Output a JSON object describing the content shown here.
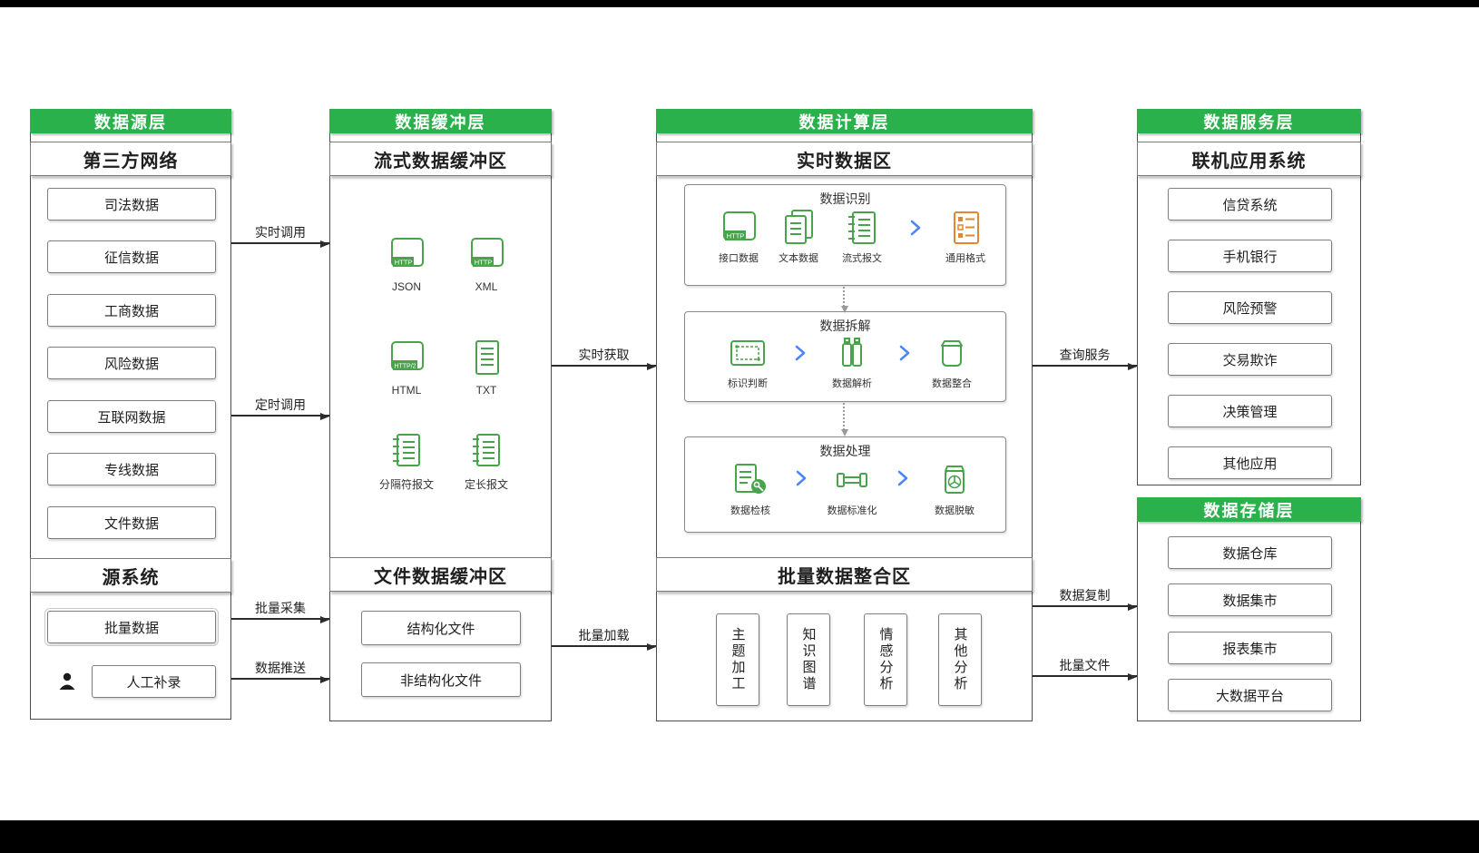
{
  "colors": {
    "header_green": "#2bb14c",
    "icon_green": "#47a44b",
    "icon_orange": "#e2862f",
    "chevron_blue": "#4b86f7"
  },
  "source_layer": {
    "title": "数据源层",
    "third_party": {
      "title": "第三方网络",
      "items": [
        "司法数据",
        "征信数据",
        "工商数据",
        "风险数据",
        "互联网数据",
        "专线数据",
        "文件数据"
      ]
    },
    "source_system": {
      "title": "源系统",
      "batch_item": "批量数据",
      "manual_item": "人工补录",
      "manual_icon": "person-icon"
    }
  },
  "buffer_layer": {
    "title": "数据缓冲层",
    "stream": {
      "title": "流式数据缓冲区",
      "icons": [
        {
          "name": "json-http-file-icon",
          "label": "JSON",
          "badge": "HTTP"
        },
        {
          "name": "xml-http-file-icon",
          "label": "XML",
          "badge": "HTTP"
        },
        {
          "name": "html-http-file-icon",
          "label": "HTML",
          "badge": "HTTP/2"
        },
        {
          "name": "txt-document-icon",
          "label": "TXT"
        },
        {
          "name": "delimiter-message-icon",
          "label": "分隔符报文"
        },
        {
          "name": "fixed-length-message-icon",
          "label": "定长报文"
        }
      ]
    },
    "file": {
      "title": "文件数据缓冲区",
      "items": [
        "结构化文件",
        "非结构化文件"
      ]
    }
  },
  "compute_layer": {
    "title": "数据计算层",
    "realtime": {
      "title": "实时数据区",
      "stages": [
        {
          "title": "数据识别",
          "items": [
            {
              "icon": "http-interface-icon",
              "label": "接口数据",
              "badge": "HTTP"
            },
            {
              "icon": "text-documents-icon",
              "label": "文本数据"
            },
            {
              "icon": "stream-message-icon",
              "label": "流式报文"
            },
            {
              "icon": "generic-format-checklist-icon",
              "label": "通用格式"
            }
          ]
        },
        {
          "title": "数据拆解",
          "items": [
            {
              "icon": "identify-card-icon",
              "label": "标识判断"
            },
            {
              "icon": "parse-box-icon",
              "label": "数据解析"
            },
            {
              "icon": "merge-jar-icon",
              "label": "数据整合"
            }
          ]
        },
        {
          "title": "数据处理",
          "items": [
            {
              "icon": "check-page-icon",
              "label": "数据检核"
            },
            {
              "icon": "standardize-pipe-icon",
              "label": "数据标准化"
            },
            {
              "icon": "mask-jar-icon",
              "label": "数据脱敏"
            }
          ]
        }
      ]
    },
    "batch": {
      "title": "批量数据整合区",
      "items": [
        "主题加工",
        "知识图谱",
        "情感分析",
        "其他分析"
      ]
    }
  },
  "service_layer": {
    "title": "数据服务层",
    "subtitle": "联机应用系统",
    "items": [
      "信贷系统",
      "手机银行",
      "风险预警",
      "交易欺诈",
      "决策管理",
      "其他应用"
    ]
  },
  "storage_layer": {
    "title": "数据存储层",
    "items": [
      "数据仓库",
      "数据集市",
      "报表集市",
      "大数据平台"
    ]
  },
  "flows": {
    "realtime_call": "实时调用",
    "timed_call": "定时调用",
    "batch_collect": "批量采集",
    "data_push": "数据推送",
    "realtime_fetch": "实时获取",
    "batch_load": "批量加载",
    "query_service": "查询服务",
    "data_replicate": "数据复制",
    "batch_file": "批量文件"
  }
}
